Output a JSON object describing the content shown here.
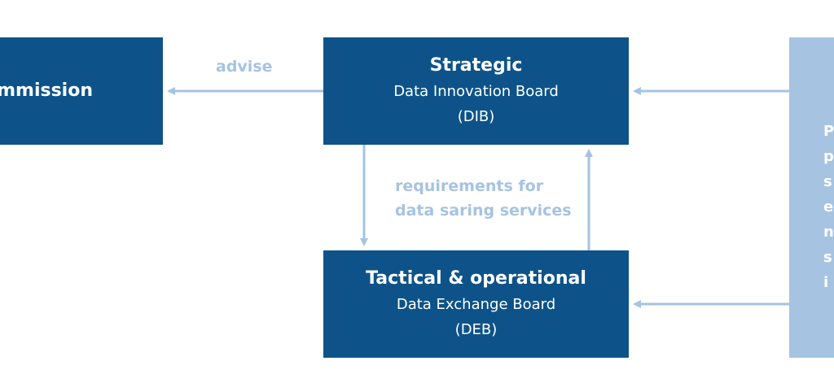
{
  "commission": {
    "title": "mmission"
  },
  "dib": {
    "title": "Strategic",
    "name": "Data Innovation Board",
    "abbr": "(DIB)"
  },
  "deb": {
    "title": "Tactical & operational",
    "name": "Data Exchange Board",
    "abbr": "(DEB)"
  },
  "labels": {
    "advise": "advise",
    "requirements_line1": "requirements for",
    "requirements_line2": "data saring services"
  },
  "right_panel": {
    "lines": [
      "P",
      "p",
      "s",
      "e",
      "n",
      "s",
      "i"
    ]
  },
  "colors": {
    "box": "#0d5389",
    "light": "#a6c3e2",
    "text": "#ffffff"
  }
}
